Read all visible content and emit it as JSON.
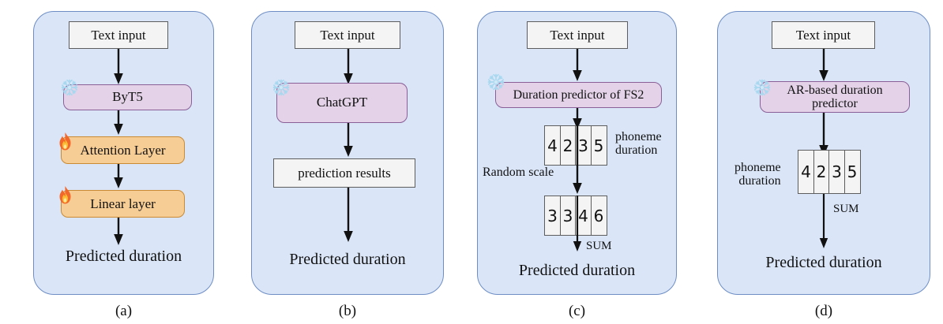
{
  "figure": {
    "background": "#ffffff",
    "panel_fill": "#dae6f8",
    "panel_stroke": "#6d8dc4",
    "frozen_fill": "#e4d3e8",
    "frozen_stroke": "#8a5f98",
    "trainable_fill": "#f7cd96",
    "trainable_stroke": "#c98a33",
    "plain_fill": "#f4f4f4",
    "plain_stroke": "#5d5d5d",
    "snowflake_color": "#bfe0f2",
    "flame_color": "#f07c1e"
  },
  "panels": [
    {
      "caption": "(a)",
      "input_label": "Text input",
      "frozen_module": "ByT5",
      "trainable_modules": [
        "Attention Layer",
        "Linear layer"
      ],
      "output_label": "Predicted duration"
    },
    {
      "caption": "(b)",
      "input_label": "Text input",
      "frozen_module": "ChatGPT",
      "result_label": "prediction results",
      "output_label": "Predicted duration"
    },
    {
      "caption": "(c)",
      "input_label": "Text input",
      "frozen_module": "Duration predictor of FS2",
      "duration_row_1": [
        "4",
        "2",
        "3",
        "5"
      ],
      "duration_row_1_label": "phoneme\nduration",
      "scale_label": "Random scale",
      "duration_row_2": [
        "3",
        "3",
        "4",
        "6"
      ],
      "sum_label": "SUM",
      "output_label": "Predicted duration"
    },
    {
      "caption": "(d)",
      "input_label": "Text input",
      "frozen_module": "AR-based duration\npredictor",
      "duration_row": [
        "4",
        "2",
        "3",
        "5"
      ],
      "duration_row_label": "phoneme\nduration",
      "sum_label": "SUM",
      "output_label": "Predicted duration"
    }
  ],
  "icons": {
    "snowflake": "snowflake-icon",
    "flame": "flame-icon"
  }
}
